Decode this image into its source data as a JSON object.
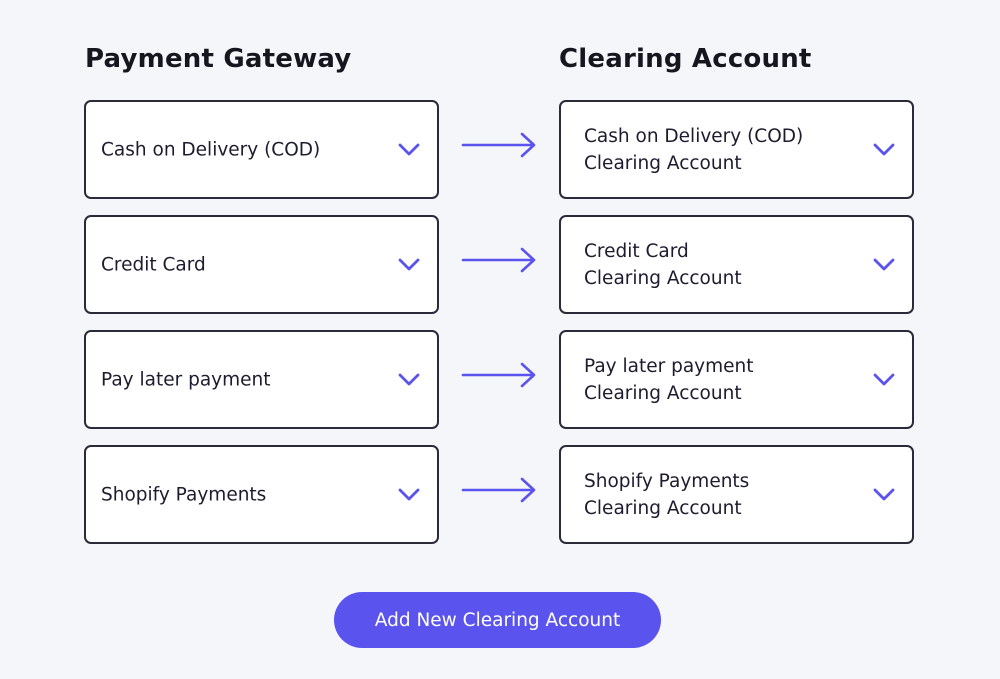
{
  "headings": {
    "gateway": "Payment Gateway",
    "clearing": "Clearing Account"
  },
  "rows": [
    {
      "gateway": "Cash on Delivery (COD)",
      "clearing_line1": "Cash on Delivery (COD)",
      "clearing_line2": "Clearing Account"
    },
    {
      "gateway": "Credit Card",
      "clearing_line1": "Credit Card",
      "clearing_line2": "Clearing Account"
    },
    {
      "gateway": "Pay later payment",
      "clearing_line1": "Pay later payment",
      "clearing_line2": "Clearing Account"
    },
    {
      "gateway": "Shopify Payments",
      "clearing_line1": "Shopify Payments",
      "clearing_line2": "Clearing Account"
    }
  ],
  "add_button_label": "Add New Clearing Account",
  "icons": {
    "dropdown": "chevron-down-icon",
    "mapping": "arrow-right-icon"
  },
  "colors": {
    "accent": "#5a53ee",
    "border": "#2a2a3a",
    "background": "#f5f6fa"
  }
}
